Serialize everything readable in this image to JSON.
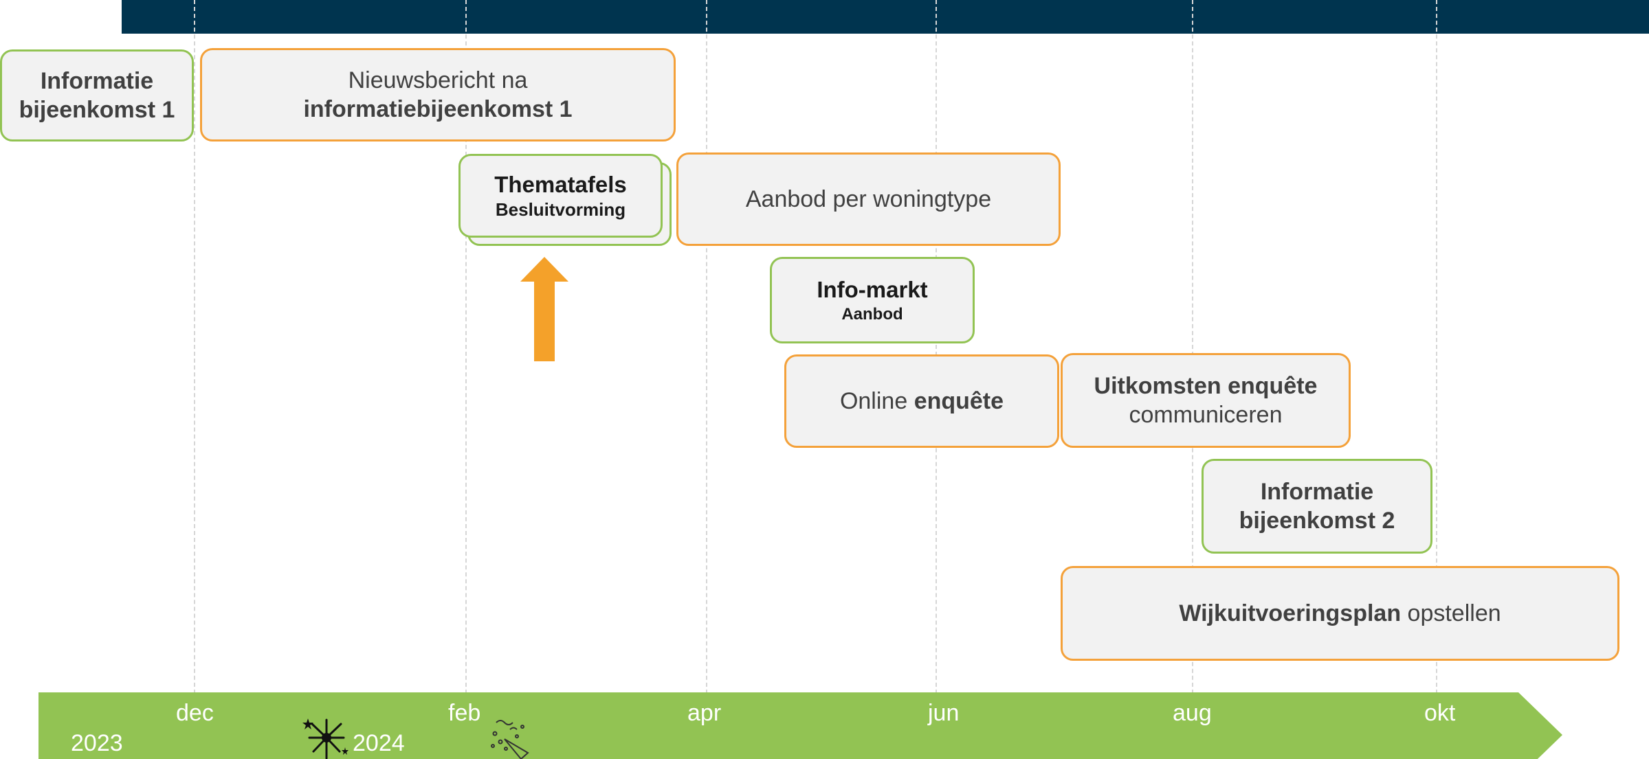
{
  "timeline": {
    "months": [
      "dec",
      "feb",
      "apr",
      "jun",
      "aug",
      "okt"
    ],
    "years": [
      "2023",
      "2024"
    ],
    "colors": {
      "band": "#92c353",
      "header": "#00344f",
      "arrow": "#f4a12a",
      "green_border": "#92c353",
      "orange_border": "#f4a13a"
    }
  },
  "cards": {
    "info1": {
      "line1": "Informatie",
      "line2": "bijeenkomst 1"
    },
    "nieuws": {
      "line1": "Nieuwsbericht na",
      "line2": "informatiebijeenkomst 1"
    },
    "thematafels": {
      "title": "Thematafels",
      "subtitle": "Besluitvorming"
    },
    "aanbod": {
      "text": "Aanbod per woningtype"
    },
    "infomarkt": {
      "title": "Info-markt",
      "subtitle": "Aanbod"
    },
    "enquete": {
      "normal": "Online ",
      "bold": "enquête"
    },
    "uitkomsten": {
      "line1": "Uitkomsten enquête",
      "line2": "communiceren"
    },
    "info2": {
      "line1": "Informatie",
      "line2": "bijeenkomst 2"
    },
    "wijk": {
      "bold": "Wijkuitvoeringsplan",
      "normal": " opstellen"
    }
  },
  "icons": [
    "firework-icon",
    "party-popper-icon",
    "arrow-up-icon"
  ]
}
